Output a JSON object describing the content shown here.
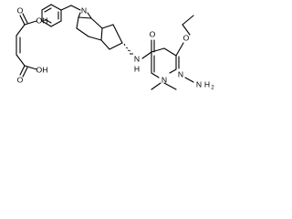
{
  "molecule": {
    "atom_labels": {
      "maleic_oh_top": "OH",
      "maleic_o_top": "O",
      "maleic_oh_bottom": "OH",
      "maleic_o_bottom": "O",
      "bridge_n": "N",
      "amide_nh_n": "N",
      "amide_nh_h": "H",
      "amide_o": "O",
      "ether_o": "O",
      "ring_n_right": "N",
      "ring_n_bottom": "N",
      "amino_n": "N",
      "amino_h": "H",
      "amino_h_count": "2"
    }
  }
}
